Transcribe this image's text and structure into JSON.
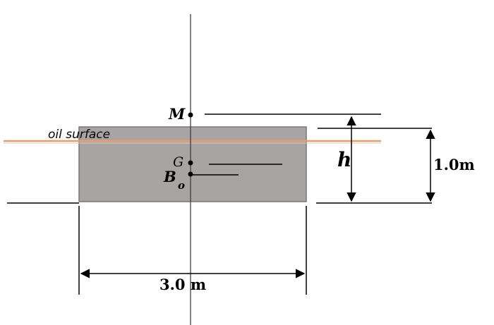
{
  "labels": {
    "oil_surface": "oil surface",
    "metacenter": "M",
    "center_of_gravity": "G",
    "buoyancy_letter": "B",
    "buoyancy_subscript": "o",
    "height_symbol": "h",
    "block_height": "1.0m",
    "block_width": "3.0 m"
  },
  "colors": {
    "block_fill": "#a9a4a4",
    "oil_line": "#e0a070",
    "ink": "#000000"
  }
}
